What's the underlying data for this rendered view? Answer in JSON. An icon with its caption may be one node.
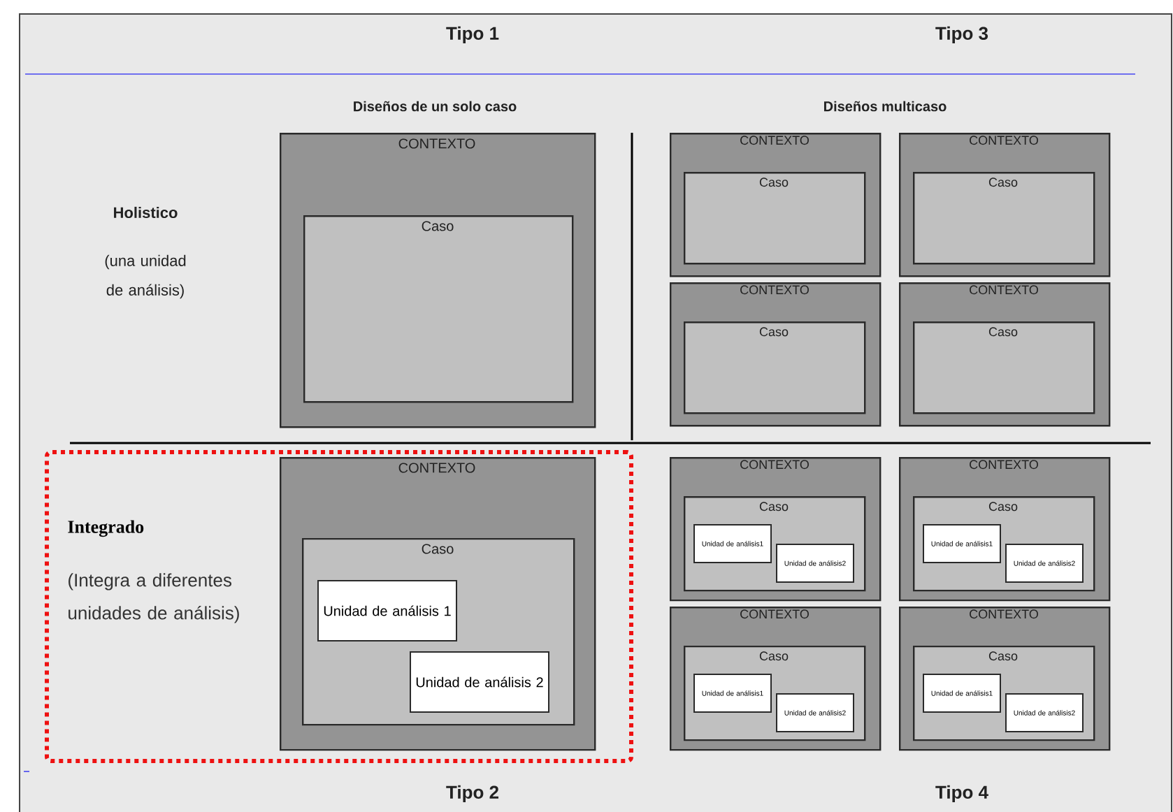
{
  "diagram": {
    "nodes": [
      {
        "text": [
          "CONTEXTO"
        ]
      },
      {
        "text": [
          "Caso"
        ],
        "in": 0
      },
      {
        "text": [
          "CONTEXTO"
        ]
      },
      {
        "text": [
          "Caso"
        ],
        "in": 2
      },
      {
        "text": [
          "CONTEXTO"
        ]
      },
      {
        "text": [
          "Caso"
        ],
        "in": 4
      },
      {
        "text": [
          "CONTEXTO"
        ]
      },
      {
        "text": [
          "Caso"
        ],
        "in": 6
      },
      {
        "text": [
          "CONTEXTO"
        ]
      },
      {
        "text": [
          "Caso"
        ],
        "in": 8
      },
      {
        "text": [
          "Integrado",
          "(Integra a diferentes unidades de análisis)"
        ]
      },
      {
        "text": [
          "CONTEXTO"
        ],
        "in": 10
      },
      {
        "text": [
          "Caso"
        ],
        "in": 11
      },
      {
        "text": [
          "Unidad de análisis 1"
        ],
        "in": 12
      },
      {
        "text": [
          "Unidad de análisis 2"
        ],
        "in": 12
      },
      {
        "text": [
          "CONTEXTO"
        ]
      },
      {
        "text": [
          "Caso"
        ],
        "in": 15
      },
      {
        "text": [
          "Unidad de análisis1"
        ],
        "in": 16
      },
      {
        "text": [
          "Unidad de análisis2"
        ],
        "in": 16
      },
      {
        "text": [
          "CONTEXTO"
        ]
      },
      {
        "text": [
          "Caso"
        ],
        "in": 19
      },
      {
        "text": [
          "Unidad de análisis1"
        ],
        "in": 20
      },
      {
        "text": [
          "Unidad de análisis2"
        ],
        "in": 20
      },
      {
        "text": [
          "CONTEXTO"
        ]
      },
      {
        "text": [
          "Caso"
        ],
        "in": 23
      },
      {
        "text": [
          "Unidad de análisis1"
        ],
        "in": 24
      },
      {
        "text": [
          "Unidad de análisis2"
        ],
        "in": 24
      },
      {
        "text": [
          "CONTEXTO"
        ]
      },
      {
        "text": [
          "Caso"
        ],
        "in": 27
      },
      {
        "text": [
          "Unidad de análisis1"
        ],
        "in": 28
      },
      {
        "text": [
          "Unidad de análisis2"
        ],
        "in": 28
      }
    ],
    "labels": [
      "Tipo 1",
      "Tipo 3",
      "Diseños de un solo caso",
      "Diseños multicaso",
      "Holistico",
      "(una unidad de análisis)",
      "Tipo 2",
      "Tipo 4"
    ]
  }
}
